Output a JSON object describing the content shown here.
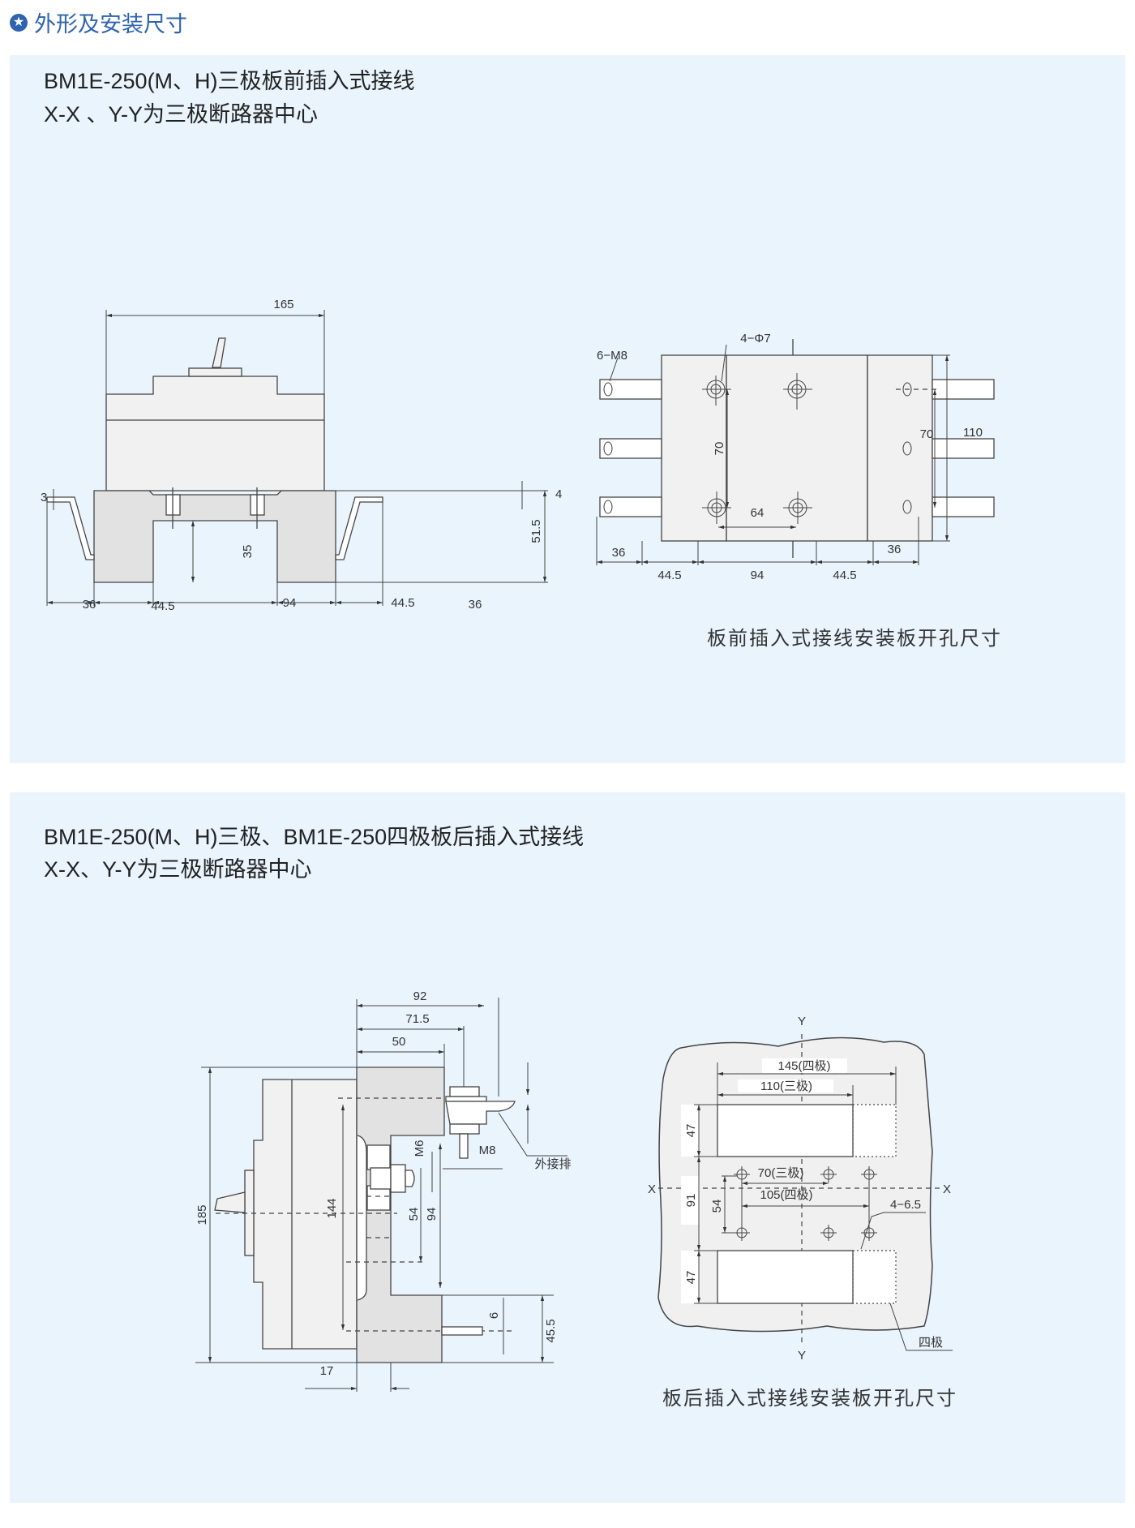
{
  "header": {
    "icon": "star-icon",
    "title": "外形及安装尺寸"
  },
  "section1": {
    "title_line1": "BM1E-250(M、H)三极板前插入式接线",
    "title_line2": "X-X 、Y-Y为三极断路器中心",
    "front_view": {
      "d165": "165",
      "d3": "3",
      "d4": "4",
      "d35": "35",
      "d51_5": "51.5",
      "d36a": "36",
      "d44_5a": "44.5",
      "d94": "94",
      "d44_5b": "44.5",
      "d36b": "36"
    },
    "panel_view": {
      "m8": "6−M8",
      "phi7": "4−Φ7",
      "d70a": "70",
      "d64": "64",
      "d70b": "70",
      "d110": "110",
      "d36a": "36",
      "d36b": "36",
      "d44_5a": "44.5",
      "d94": "94",
      "d44_5b": "44.5"
    },
    "caption": "板前插入式接线安装板开孔尺寸"
  },
  "section2": {
    "title_line1": "BM1E-250(M、H)三极、BM1E-250四极板后插入式接线",
    "title_line2": "X-X、Y-Y为三极断路器中心",
    "side_view": {
      "d92": "92",
      "d71_5": "71.5",
      "d50": "50",
      "d185": "185",
      "d144": "144",
      "m6": "M6",
      "m8": "M8",
      "busbar": "外接排",
      "d54": "54",
      "d94": "94",
      "d6": "6",
      "d45_5": "45.5",
      "d17": "17"
    },
    "cutout_view": {
      "y_top": "Y",
      "y_bottom": "Y",
      "x_left": "X",
      "x_right": "X",
      "d145": "145(四极)",
      "d110": "110(三极)",
      "d47a": "47",
      "d47b": "47",
      "d91": "91",
      "d54": "54",
      "d70": "70(三极)",
      "d105": "105(四极)",
      "holes": "4−6.5",
      "four_pole": "四极"
    },
    "caption": "板后插入式接线安装板开孔尺寸"
  }
}
